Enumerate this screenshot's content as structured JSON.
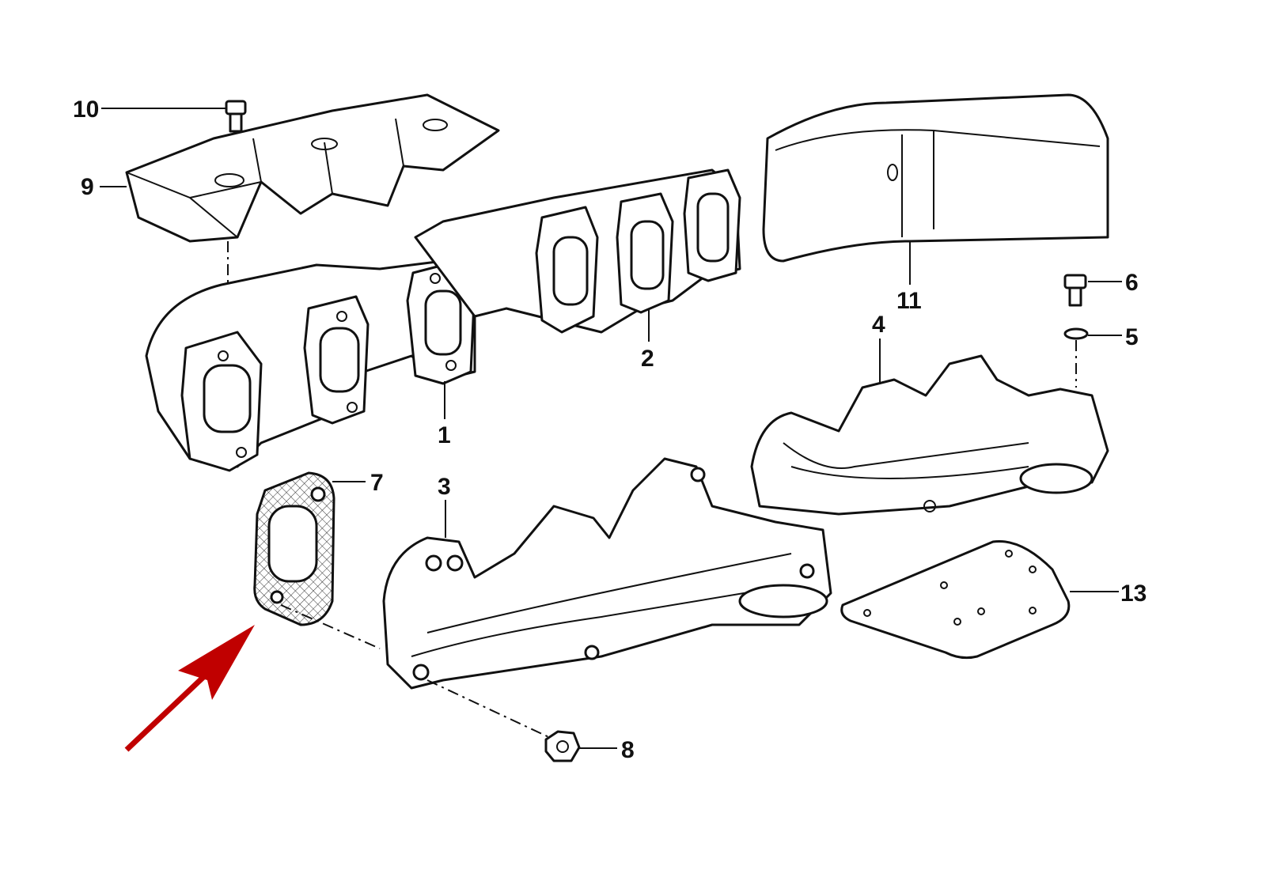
{
  "diagram": {
    "callouts": {
      "c1": "1",
      "c2": "2",
      "c3": "3",
      "c4": "4",
      "c5": "5",
      "c6": "6",
      "c7": "7",
      "c8": "8",
      "c9": "9",
      "c10": "10",
      "c11": "11",
      "c13": "13"
    },
    "highlight_color": "#c00000",
    "highlighted_part": "7"
  }
}
